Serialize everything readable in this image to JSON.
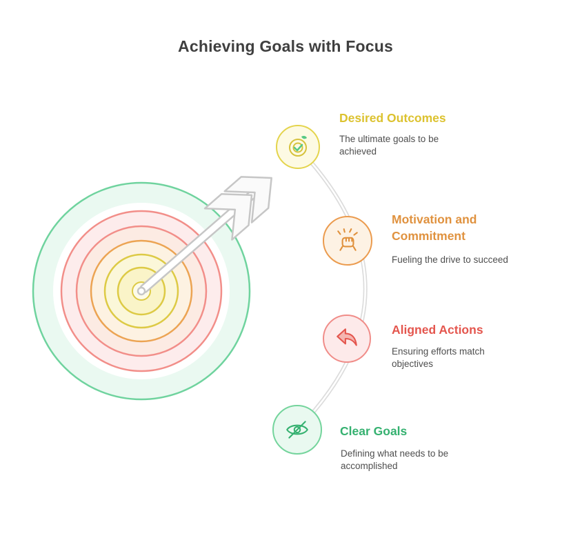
{
  "title": "Achieving Goals with Focus",
  "items": [
    {
      "title": "Desired Outcomes",
      "description": "The ultimate goals to be achieved",
      "color": "#dcc22f",
      "icon": "target-check-icon"
    },
    {
      "title": "Motivation and Commitment",
      "description": "Fueling the drive to succeed",
      "color": "#e0923f",
      "icon": "fist-rays-icon"
    },
    {
      "title": "Aligned Actions",
      "description": "Ensuring efforts match objectives",
      "color": "#e4564e",
      "icon": "curved-reply-arrow-icon"
    },
    {
      "title": "Clear Goals",
      "description": "Defining what needs to be accomplished",
      "color": "#35b170",
      "icon": "eye-slash-icon"
    }
  ],
  "illustration": {
    "name": "bullseye-target-with-arrow",
    "ring_colors": [
      "#6fd39e",
      "#f28e89",
      "#eca453",
      "#ddca45"
    ],
    "connector_color": "#dcdcdc"
  }
}
